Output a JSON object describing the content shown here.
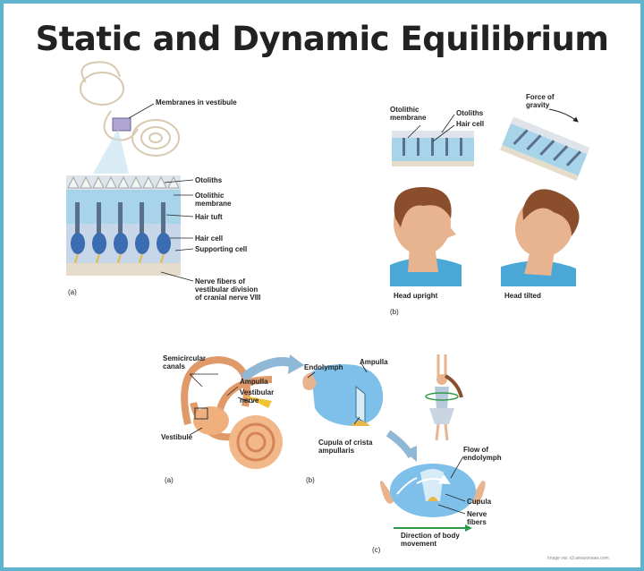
{
  "title": "Static and Dynamic Equilibrium",
  "top_left": {
    "labels": {
      "membranes": "Membranes in vestibule",
      "otoliths": "Otoliths",
      "otolithic_membrane": "Otolithic\nmembrane",
      "hair_tuft": "Hair tuft",
      "hair_cell": "Hair cell",
      "supporting_cell": "Supporting cell",
      "nerve_fibers": "Nerve fibers of\nvestibular division\nof cranial nerve VIII"
    },
    "panel": "(a)"
  },
  "top_right": {
    "labels": {
      "otolithic_membrane": "Otolithic\nmembrane",
      "otoliths": "Otoliths",
      "hair_cell": "Hair cell",
      "force_gravity": "Force of\ngravity",
      "head_upright": "Head upright",
      "head_tilted": "Head tilted"
    },
    "panel": "(b)"
  },
  "bottom": {
    "labels": {
      "semicircular": "Semicircular\ncanals",
      "ampulla_a": "Ampulla",
      "vestibular_nerve": "Vestibular\nnerve",
      "vestibule": "Vestibule",
      "endolymph": "Endolymph",
      "ampulla_b": "Ampulla",
      "cupula_crista": "Cupula of crista\nampullaris",
      "flow": "Flow of\nendolymph",
      "cupula": "Cupula",
      "nerve_fibers": "Nerve\nfibers",
      "direction": "Direction of body\nmovement"
    },
    "panels": {
      "a": "(a)",
      "b": "(b)",
      "c": "(c)"
    }
  },
  "credit": "Image via: s3.amazonaws.com",
  "colors": {
    "border": "#5fb3cf",
    "membrane": "#a8d4ea",
    "hair": "#5a6f8c",
    "nerve": "#e7b94a",
    "skin": "#e8b48f",
    "hair_brown": "#8a4e2c",
    "shirt": "#4aa7d6",
    "ampulla": "#7fc0ea",
    "arrow_green": "#2e9a48"
  }
}
